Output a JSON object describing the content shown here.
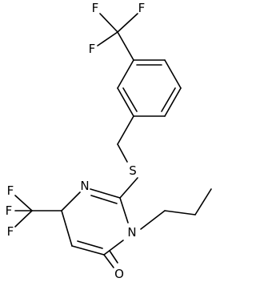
{
  "molecule": {
    "atom_labels": {
      "f1": "F",
      "f2": "F",
      "f3": "F",
      "f4": "F",
      "f5": "F",
      "f6": "F",
      "s": "S",
      "n1": "N",
      "n2": "N",
      "o": "O"
    }
  }
}
